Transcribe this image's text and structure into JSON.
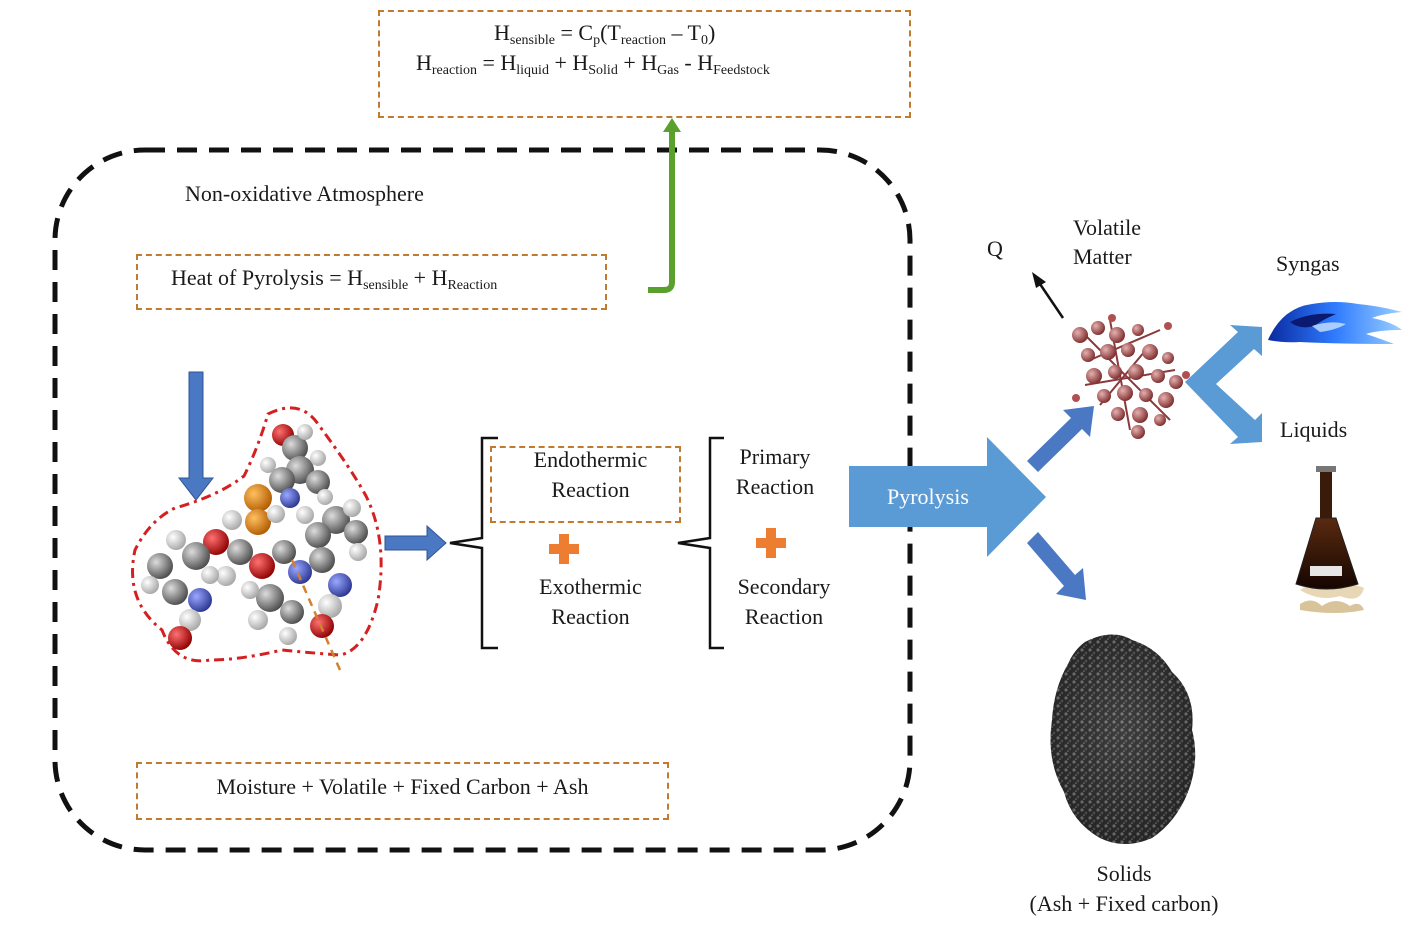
{
  "equations": {
    "sensible": {
      "lhs": "H",
      "lhs_sub": "sensible",
      "eq": " = C",
      "cp_sub": "p",
      "open": "(T",
      "t_sub": "reaction",
      "minus": " – T",
      "t0_sub": "0",
      "close": ")"
    },
    "reaction": {
      "lhs": "H",
      "lhs_sub": "reaction",
      "t1": " = H",
      "s1": "liquid",
      "t2": " + H",
      "s2": "Solid",
      "t3": " + H",
      "s3": "Gas",
      "t4": " - H",
      "s4": "Feedstock"
    }
  },
  "atmosphere_label": "Non-oxidative Atmosphere",
  "heat_of_pyrolysis": {
    "text": "Heat of Pyrolysis = H",
    "sub1": "sensible",
    "plus": " + H",
    "sub2": "Reaction"
  },
  "reactions": {
    "endothermic": [
      "Endothermic",
      "Reaction"
    ],
    "exothermic": [
      "Exothermic",
      "Reaction"
    ],
    "primary": [
      "Primary",
      "Reaction"
    ],
    "secondary": [
      "Secondary",
      "Reaction"
    ]
  },
  "composition": "Moisture + Volatile + Fixed Carbon + Ash",
  "pyrolysis_label": "Pyrolysis",
  "products": {
    "q_label": "Q",
    "volatile": [
      "Volatile",
      "Matter"
    ],
    "syngas": "Syngas",
    "liquids": "Liquids",
    "solids": [
      "Solids",
      "(Ash + Fixed carbon)"
    ]
  },
  "colors": {
    "dashed_box": "#c27a2c",
    "blue_arrow": "#4a78c2",
    "light_blue_arrow": "#5b9bd5",
    "green_arrow": "#5aa02c",
    "plus_sign": "#ed7d31",
    "molecule_outline": "#d42020"
  },
  "icons": [
    "plus-icon",
    "molecule-icon",
    "flame-icon",
    "flask-icon",
    "char-icon"
  ]
}
